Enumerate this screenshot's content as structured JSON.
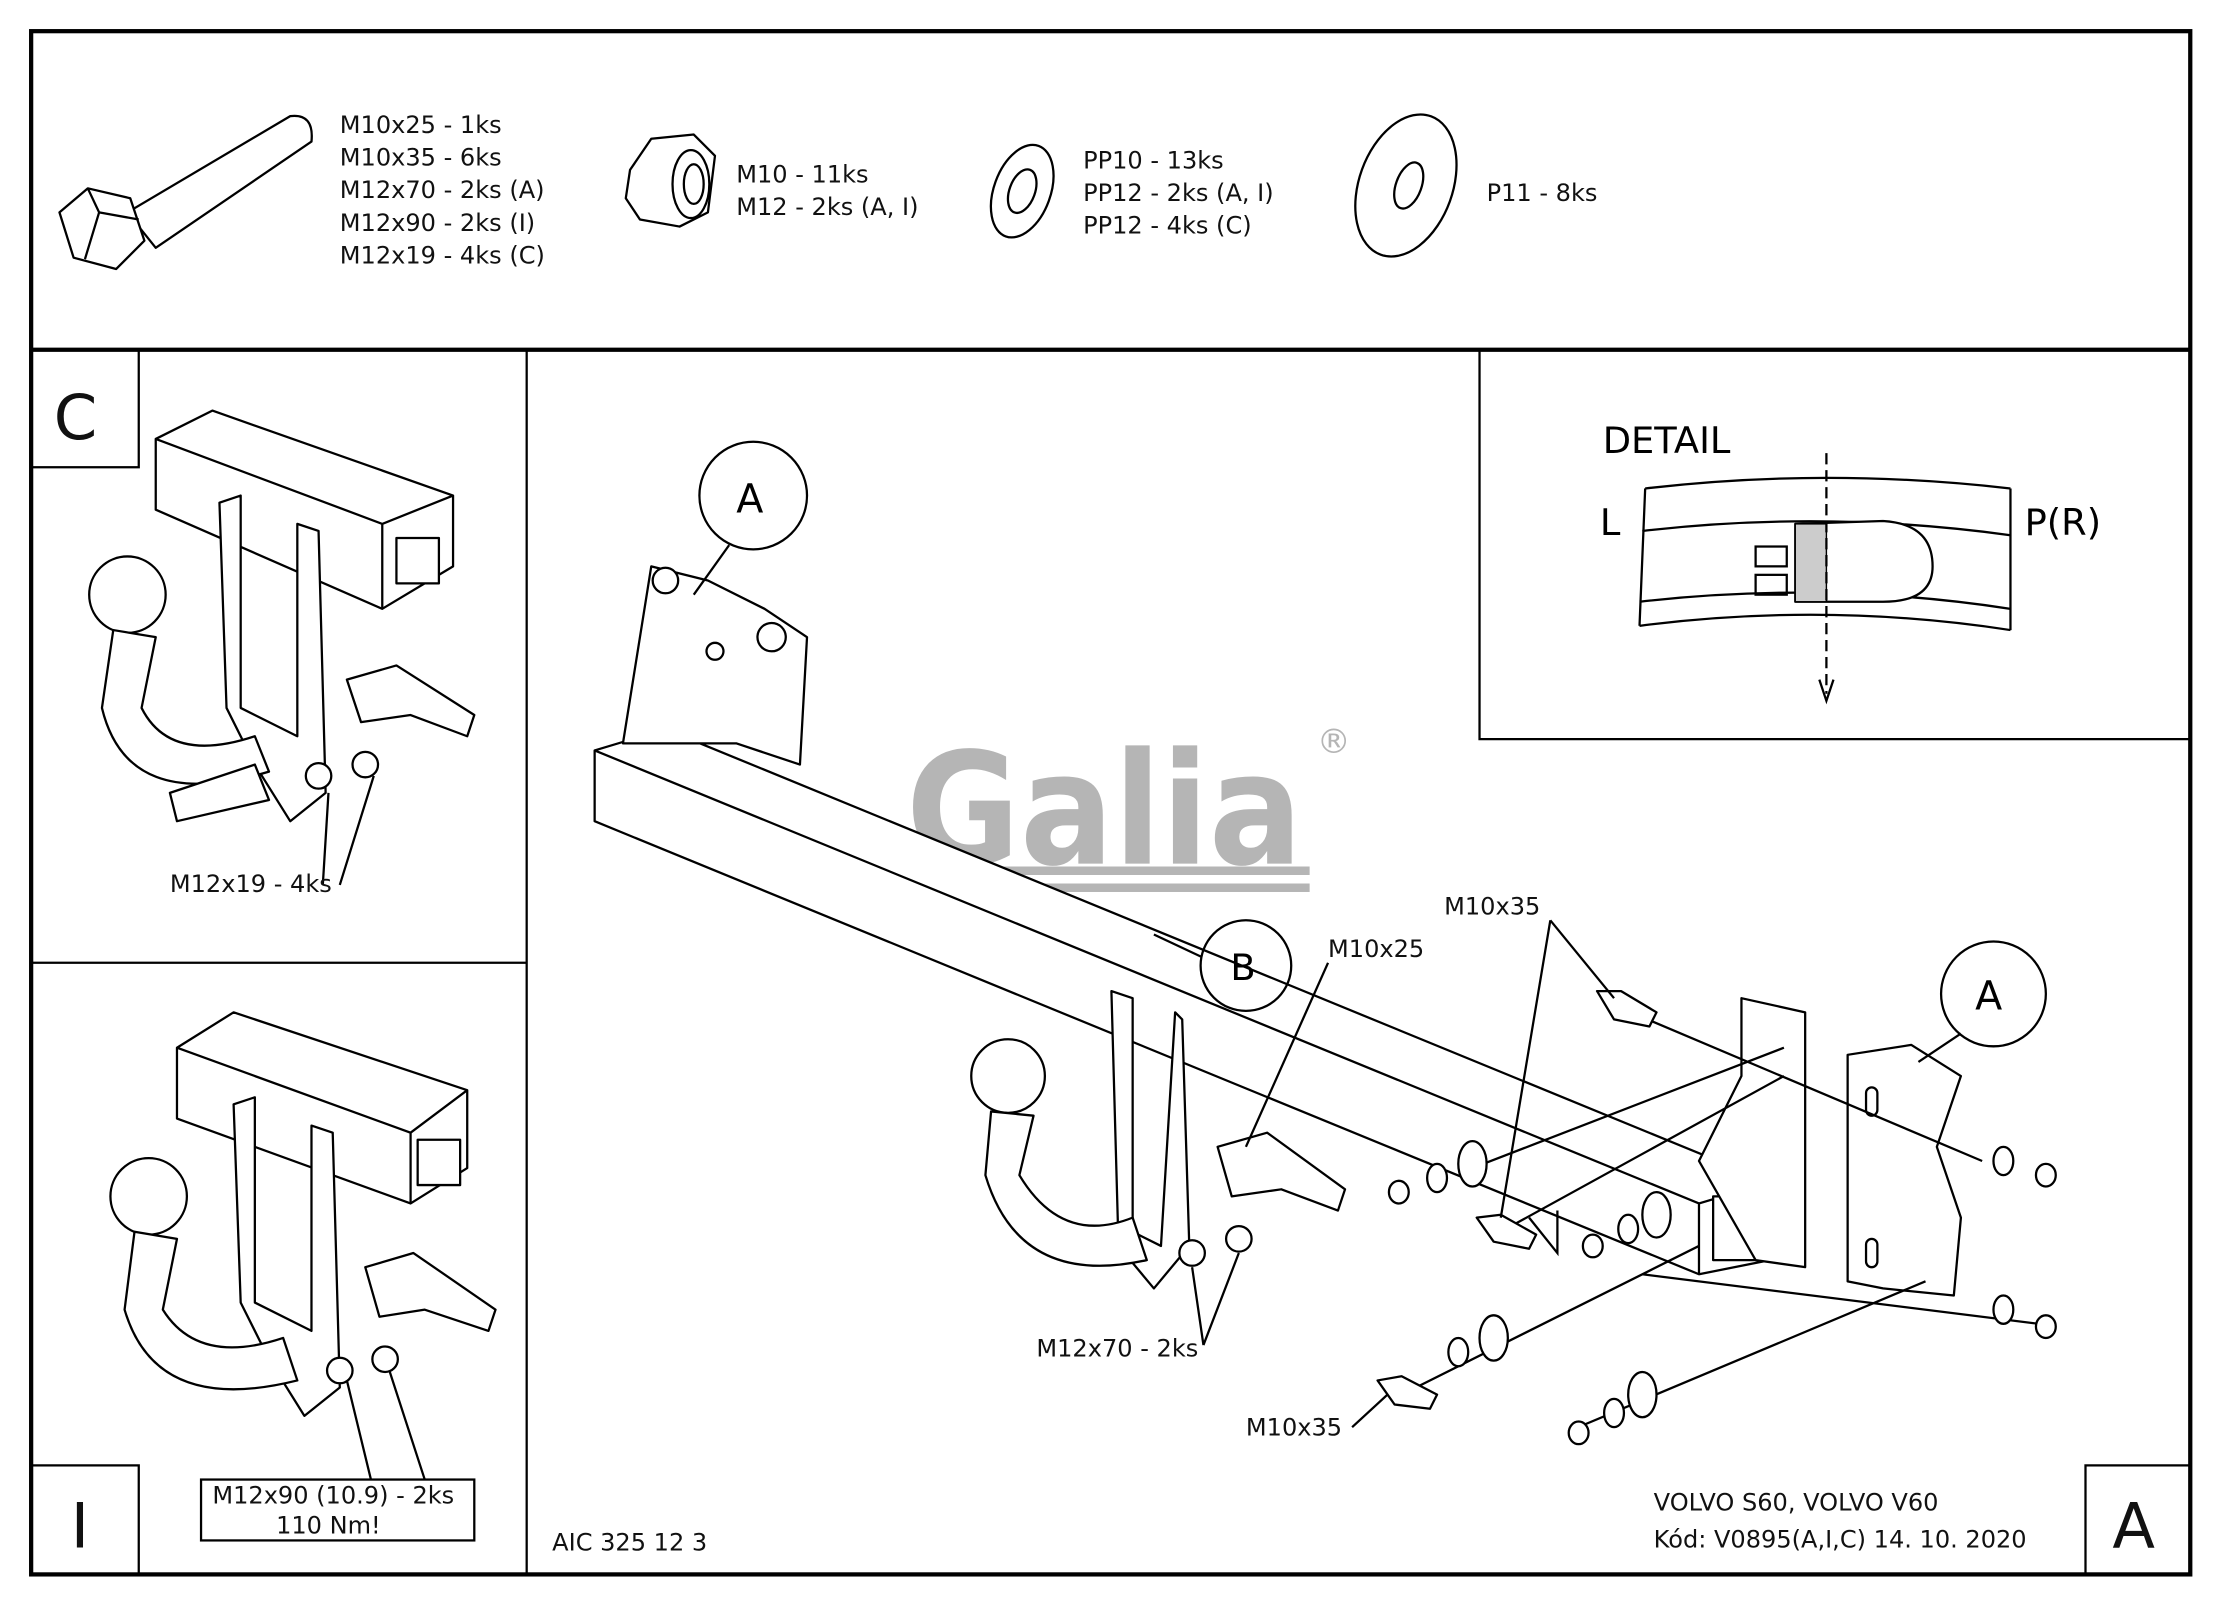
{
  "parts": {
    "bolts": [
      "M10x25 - 1ks",
      "M10x35 - 6ks",
      "M12x70 - 2ks (A)",
      "M12x90 - 2ks (I)",
      "M12x19 - 4ks (C)"
    ],
    "nuts": [
      "M10 - 11ks",
      "M12 - 2ks (A, I)"
    ],
    "washers": [
      "PP10 - 13ks",
      "PP12 - 2ks (A, I)",
      "PP12 - 4ks (C)"
    ],
    "big_washers": [
      "P11 - 8ks"
    ]
  },
  "panel_c": {
    "label": "C",
    "callout": "M12x19 - 4ks"
  },
  "panel_i": {
    "label": "I",
    "callout_line1": "M12x90 (10.9) - 2ks",
    "callout_line2": "110 Nm!"
  },
  "detail": {
    "title": "DETAIL",
    "left": "L",
    "right": "P(R)"
  },
  "main": {
    "bubble_a": "A",
    "bubble_b": "B",
    "labels": {
      "m10x25": "M10x25",
      "m10x35_top": "M10x35",
      "m10x35_bottom": "M10x35",
      "m12x70": "M12x70 - 2ks"
    },
    "logo": "Galia",
    "logo_mark": "®"
  },
  "footer": {
    "code": "AIC 325 12 3",
    "vehicle": "VOLVO S60, VOLVO V60",
    "kod": "Kód: V0895(A,I,C)  14. 10. 2020",
    "variant": "A"
  }
}
